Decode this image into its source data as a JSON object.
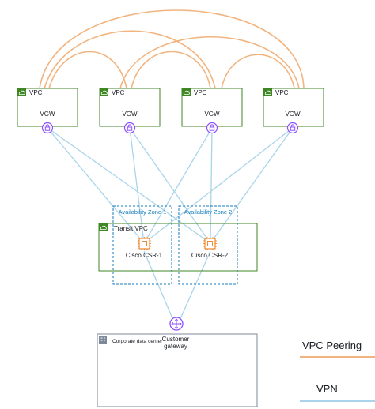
{
  "vpcs": [
    {
      "label": "VPC",
      "gateway": "VGW"
    },
    {
      "label": "VPC",
      "gateway": "VGW"
    },
    {
      "label": "VPC",
      "gateway": "VGW"
    },
    {
      "label": "VPC",
      "gateway": "VGW"
    }
  ],
  "transit_vpc": {
    "label": "Transit VPC",
    "zones": [
      "Availability Zone 1",
      "Availability Zone 2"
    ],
    "routers": [
      "Cisco CSR-1",
      "Cisco CSR-2"
    ]
  },
  "customer_gateway": {
    "line1": "Customer",
    "line2": "gateway"
  },
  "data_center": {
    "label": "Corporate data center"
  },
  "legend": {
    "peering_label": "VPC Peering",
    "vpn_label": "VPN"
  },
  "colors": {
    "peering": "#f2b47f",
    "vpn": "#a9d4ea",
    "vpc_border": "#3f8624",
    "az_border": "#147eba",
    "vgw": "#8c4fff",
    "csr": "#ed7100"
  },
  "icons": {
    "vpc": "cloud-icon",
    "vgw": "lock-icon",
    "csr": "chip-icon",
    "customer_gateway": "router-icon",
    "data_center": "building-icon"
  }
}
